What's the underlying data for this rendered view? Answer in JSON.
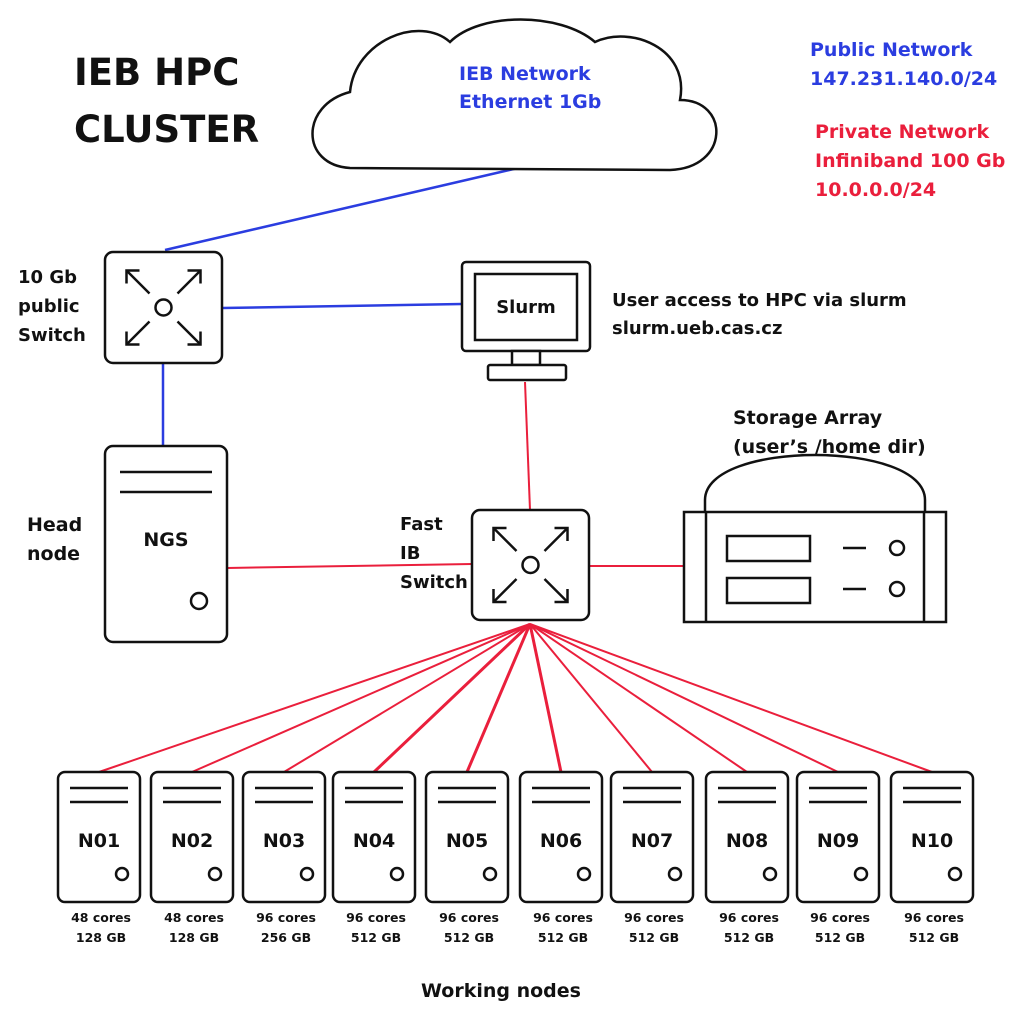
{
  "title": {
    "line1": "IEB HPC",
    "line2": "CLUSTER"
  },
  "cloud": {
    "line1": "IEB Network",
    "line2": "Ethernet 1Gb"
  },
  "public_network": {
    "line1": "Public Network",
    "line2": "147.231.140.0/24"
  },
  "private_network": {
    "line1": "Private Network",
    "line2": "Infiniband 100 Gb",
    "line3": "10.0.0.0/24"
  },
  "public_switch": {
    "line1": "10 Gb",
    "line2": "public",
    "line3": "Switch"
  },
  "slurm": {
    "label": "Slurm",
    "desc1": "User access to HPC via slurm",
    "desc2": "slurm.ueb.cas.cz"
  },
  "storage": {
    "line1": "Storage Array",
    "line2": "(user’s /home dir)"
  },
  "head": {
    "label1": "Head",
    "label2": "node",
    "name": "NGS"
  },
  "ib_switch": {
    "line1": "Fast",
    "line2": "IB",
    "line3": "Switch"
  },
  "nodes": [
    {
      "name": "N01",
      "cores": "48 cores",
      "mem": "128 GB"
    },
    {
      "name": "N02",
      "cores": "48 cores",
      "mem": "128 GB"
    },
    {
      "name": "N03",
      "cores": "96 cores",
      "mem": "256 GB"
    },
    {
      "name": "N04",
      "cores": "96 cores",
      "mem": "512 GB"
    },
    {
      "name": "N05",
      "cores": "96 cores",
      "mem": "512 GB"
    },
    {
      "name": "N06",
      "cores": "96 cores",
      "mem": "512 GB"
    },
    {
      "name": "N07",
      "cores": "96 cores",
      "mem": "512 GB"
    },
    {
      "name": "N08",
      "cores": "96 cores",
      "mem": "512 GB"
    },
    {
      "name": "N09",
      "cores": "96 cores",
      "mem": "512 GB"
    },
    {
      "name": "N10",
      "cores": "96 cores",
      "mem": "512 GB"
    }
  ],
  "working_nodes": "Working nodes",
  "colors": {
    "public": "#2b3de0",
    "private": "#ea1f3c",
    "ink": "#111111"
  }
}
